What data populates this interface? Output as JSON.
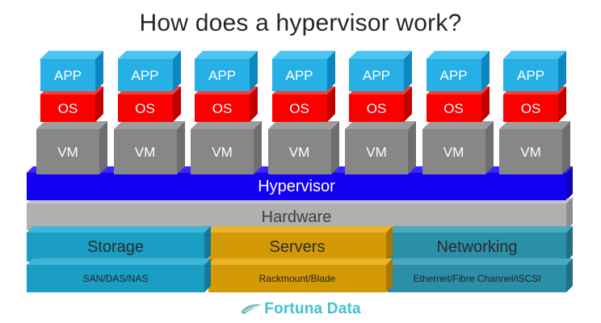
{
  "title": "How does a hypervisor work?",
  "stacks": [
    {
      "app": "APP",
      "os": "OS",
      "vm": "VM"
    },
    {
      "app": "APP",
      "os": "OS",
      "vm": "VM"
    },
    {
      "app": "APP",
      "os": "OS",
      "vm": "VM"
    },
    {
      "app": "APP",
      "os": "OS",
      "vm": "VM"
    },
    {
      "app": "APP",
      "os": "OS",
      "vm": "VM"
    },
    {
      "app": "APP",
      "os": "OS",
      "vm": "VM"
    },
    {
      "app": "APP",
      "os": "OS",
      "vm": "VM"
    }
  ],
  "layers": {
    "hypervisor": "Hypervisor",
    "hardware": "Hardware"
  },
  "infrastructure": [
    {
      "name": "Storage",
      "detail": "SAN/DAS/NAS"
    },
    {
      "name": "Servers",
      "detail": "Rackmount/Blade"
    },
    {
      "name": "Networking",
      "detail": "Ethernet/Fibre Channel/iSCSI"
    }
  ],
  "footer": {
    "logo_text": "Fortuna Data",
    "logo_icon": "globe-swoosh-icon"
  },
  "colors": {
    "app": "#27b0e6",
    "os": "#fa0000",
    "vm": "#878787",
    "hypervisor": "#1400f0",
    "hardware": "#b0b0b0",
    "storage": "#1a9ec4",
    "servers": "#d39a06",
    "networking": "#2b8fa8",
    "brand": "#3fc3cf",
    "background": "#ffffff",
    "title_text": "#262626"
  }
}
